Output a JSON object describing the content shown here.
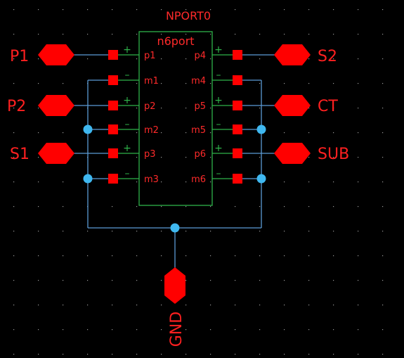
{
  "schematic": {
    "instance_name": "NPORT0",
    "cell_name": "n6port",
    "left_pins": [
      {
        "label": "p1",
        "polarity": "+"
      },
      {
        "label": "m1",
        "polarity": "–"
      },
      {
        "label": "p2",
        "polarity": "+"
      },
      {
        "label": "m2",
        "polarity": "–"
      },
      {
        "label": "p3",
        "polarity": "+"
      },
      {
        "label": "m3",
        "polarity": "–"
      }
    ],
    "right_pins": [
      {
        "label": "p4",
        "polarity": "+"
      },
      {
        "label": "m4",
        "polarity": "–"
      },
      {
        "label": "p5",
        "polarity": "+"
      },
      {
        "label": "m5",
        "polarity": "–"
      },
      {
        "label": "p6",
        "polarity": "+"
      },
      {
        "label": "m6",
        "polarity": "–"
      }
    ],
    "ports": {
      "p1": "P1",
      "p2": "P2",
      "s1": "S1",
      "s2": "S2",
      "ct": "CT",
      "sub": "SUB",
      "gnd": "GND"
    },
    "colors": {
      "background": "#000000",
      "grid_dot": "#9a9a9a",
      "wire": "#5b9bd5",
      "junction": "#3fb8f0",
      "pin": "#ff0000",
      "symbol_outline": "#2fb24a",
      "symbol_text": "#ff2a2a",
      "polarity": "#2fb24a",
      "port_label": "#ff2020"
    }
  }
}
